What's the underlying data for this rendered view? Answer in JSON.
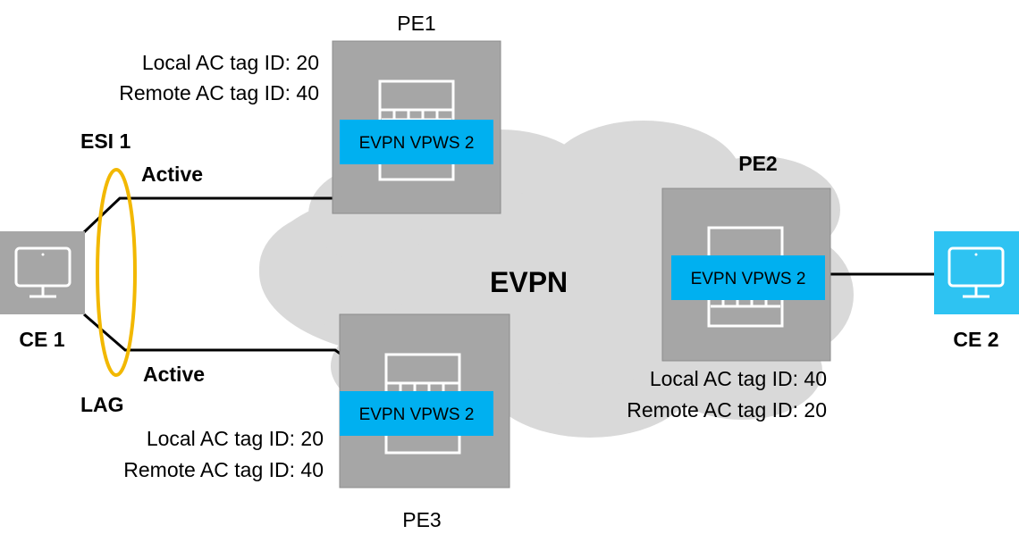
{
  "title": "",
  "colors": {
    "cloud": "#d9d9d9",
    "router_box": "#a6a6a6",
    "router_border": "#8c8c8c",
    "router_icon": "#ffffff",
    "evpn_label_bg": "#00b0f0",
    "ce1_fill": "#a6a6a6",
    "ce2_fill": "#2ec3f2",
    "esi_ring": "#f2b800",
    "link": "#000000"
  },
  "cloud": {
    "label": "EVPN"
  },
  "nodes": {
    "pe1": {
      "name": "PE1",
      "service": "EVPN VPWS 2",
      "local_tag": "Local AC tag ID: 20",
      "remote_tag": "Remote AC tag ID: 40",
      "icon": "router-icon"
    },
    "pe2": {
      "name": "PE2",
      "service": "EVPN VPWS 2",
      "local_tag": "Local AC tag ID: 40",
      "remote_tag": "Remote AC tag ID: 20",
      "icon": "router-icon"
    },
    "pe3": {
      "name": "PE3",
      "service": "EVPN VPWS 2",
      "local_tag": "Local AC tag ID: 20",
      "remote_tag": "Remote AC tag ID: 40",
      "icon": "router-icon"
    },
    "ce1": {
      "name": "CE 1",
      "icon": "computer-icon"
    },
    "ce2": {
      "name": "CE 2",
      "icon": "computer-icon"
    }
  },
  "links": {
    "ce1_pe1": {
      "state": "Active"
    },
    "ce1_pe3": {
      "state": "Active"
    },
    "esi": "ESI 1",
    "lag": "LAG"
  }
}
